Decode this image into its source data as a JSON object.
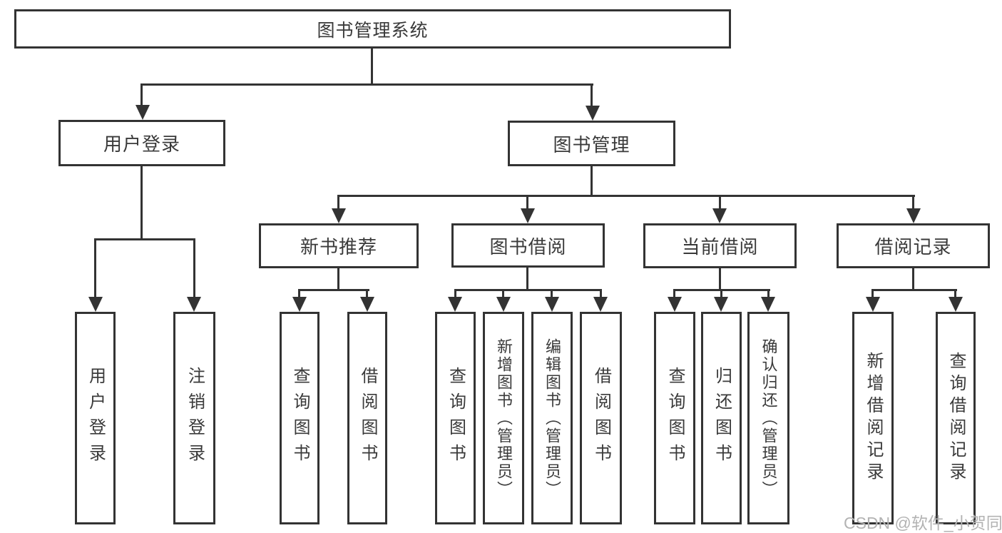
{
  "tree": {
    "label": "图书管理系统",
    "children": [
      {
        "label": "用户登录",
        "children": [
          {
            "label": "用户登录"
          },
          {
            "label": "注销登录"
          }
        ]
      },
      {
        "label": "图书管理",
        "children": [
          {
            "label": "新书推荐",
            "children": [
              {
                "label": "查询图书"
              },
              {
                "label": "借阅图书"
              }
            ]
          },
          {
            "label": "图书借阅",
            "children": [
              {
                "label": "查询图书"
              },
              {
                "label": "新增图书（管理员）"
              },
              {
                "label": "编辑图书（管理员）"
              },
              {
                "label": "借阅图书"
              }
            ]
          },
          {
            "label": "当前借阅",
            "children": [
              {
                "label": "查询图书"
              },
              {
                "label": "归还图书"
              },
              {
                "label": "确认归还（管理员）"
              }
            ]
          },
          {
            "label": "借阅记录",
            "children": [
              {
                "label": "新增借阅记录"
              },
              {
                "label": "查询借阅记录"
              }
            ]
          }
        ]
      }
    ]
  },
  "watermark": {
    "text": "CSDN @软件_小贺同学"
  },
  "colors": {
    "line": "#333333",
    "box_border": "#333333",
    "text": "#3a3a3a",
    "watermark": "#b3b3b3",
    "background": "#ffffff"
  }
}
